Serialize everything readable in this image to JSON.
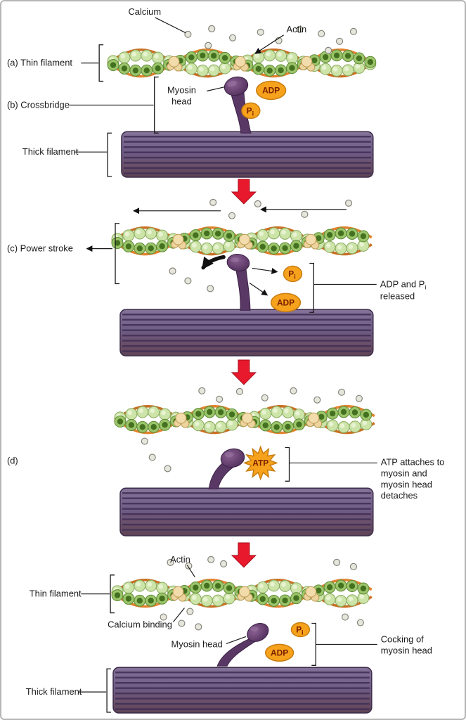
{
  "colors": {
    "arrow_red": "#e8192c",
    "nucleotide_orange": "#f6a21c",
    "myosin_purple": "#5a3866",
    "actin_green": "#9cc56b",
    "tropomyosin_orange": "#e0832f",
    "thick_filament_purple": "#6f5c85",
    "calcium_gray": "#e6e6dd"
  },
  "sym": {
    "p": "P",
    "i": "i"
  },
  "p1": {
    "calcium": "Calcium",
    "actin": "Actin",
    "a": "(a) Thin filament",
    "b": "(b) Crossbridge",
    "myosin1": "Myosin",
    "myosin2": "head",
    "adp": "ADP",
    "thick": "Thick filament"
  },
  "p2": {
    "c": "(c) Power stroke",
    "adp": "ADP",
    "rel1a": "ADP and P",
    "rel2": "released"
  },
  "p3": {
    "d": "(d)",
    "atp": "ATP",
    "t1": "ATP attaches to",
    "t2": "myosin and",
    "t3": "myosin head",
    "t4": "detaches"
  },
  "p4": {
    "actin": "Actin",
    "thin": "Thin filament",
    "calcium_binding": "Calcium binding",
    "myosin": "Myosin head",
    "adp": "ADP",
    "cock1": "Cocking of",
    "cock2": "myosin head",
    "thick": "Thick filament"
  }
}
